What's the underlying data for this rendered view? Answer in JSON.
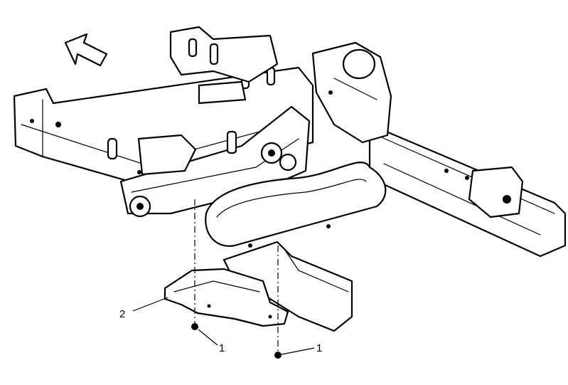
{
  "callouts": [
    {
      "label": "2",
      "part": "skid-plate"
    },
    {
      "label": "1",
      "part": "bolt"
    },
    {
      "label": "1",
      "part": "bolt"
    }
  ],
  "arrow": {
    "meaning": "vehicle-front"
  }
}
